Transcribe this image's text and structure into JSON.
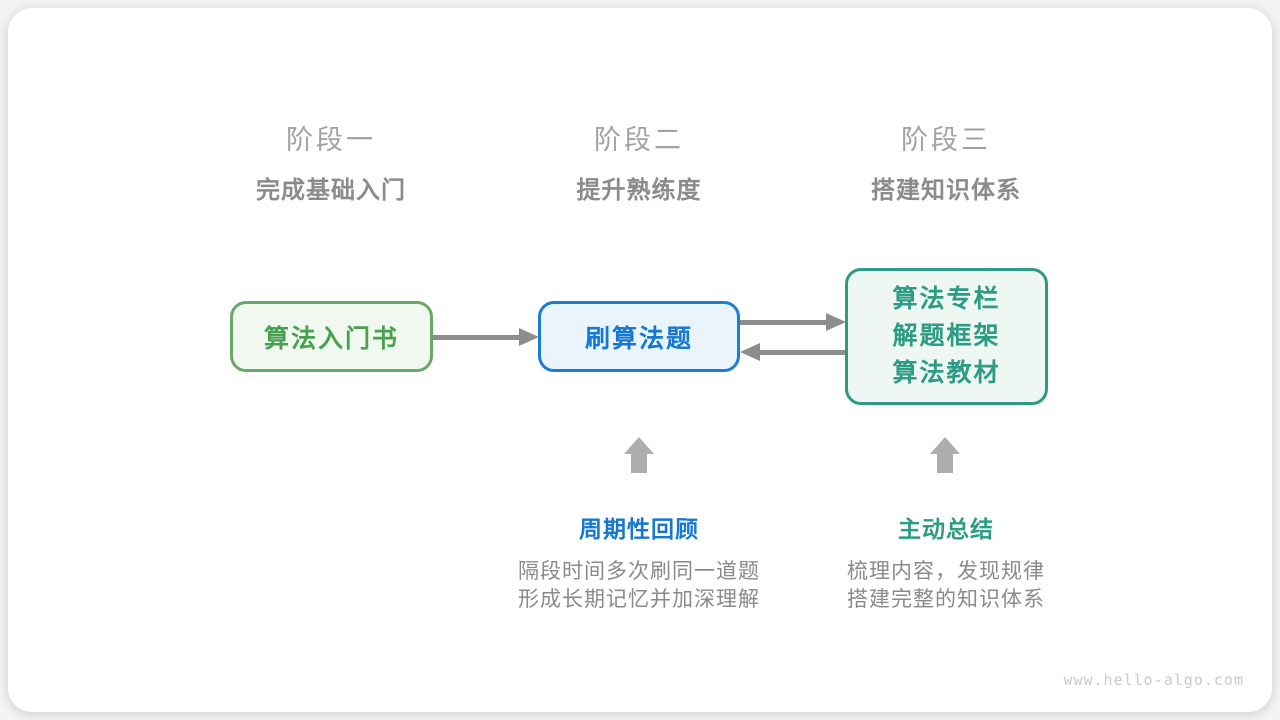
{
  "diagram": {
    "stages": [
      {
        "title": "阶段一",
        "subtitle": "完成基础入门"
      },
      {
        "title": "阶段二",
        "subtitle": "提升熟练度"
      },
      {
        "title": "阶段三",
        "subtitle": "搭建知识体系"
      }
    ],
    "nodes": [
      {
        "label": "算法入门书",
        "border_color": "#69a869",
        "fill_color": "#f1f8ef",
        "text_color": "#47a14f"
      },
      {
        "label": "刷算法题",
        "border_color": "#1a7ed6",
        "fill_color": "#eaf4fc",
        "text_color": "#1678d2"
      },
      {
        "lines": [
          "算法专栏",
          "解题框架",
          "算法教材"
        ],
        "border_color": "#2e9a85",
        "fill_color": "#eff7f3",
        "text_color": "#2c9c84"
      }
    ],
    "flows": [
      {
        "from": "算法入门书",
        "to": "刷算法题",
        "direction": "right"
      },
      {
        "from": "刷算法题",
        "to": "算法专栏",
        "direction": "right"
      },
      {
        "from": "算法专栏",
        "to": "刷算法题",
        "direction": "left"
      }
    ],
    "annotations": [
      {
        "label": "周期性回顾",
        "color": "#1678d2",
        "lines": [
          "隔段时间多次刷同一道题",
          "形成长期记忆并加深理解"
        ]
      },
      {
        "label": "主动总结",
        "color": "#2c9c84",
        "lines": [
          "梳理内容，发现规律",
          "搭建完整的知识体系"
        ]
      }
    ],
    "watermark": "www.hello-algo.com",
    "colors": {
      "connector_gray": "#8d8d8d",
      "block_arrow_gray": "#adadad",
      "stage_title_gray": "#a2a2a2",
      "stage_subtitle_gray": "#8b8b8b",
      "description_gray": "#8a8a8a",
      "watermark_gray": "#c9c9c9",
      "card_background": "#ffffff"
    }
  }
}
